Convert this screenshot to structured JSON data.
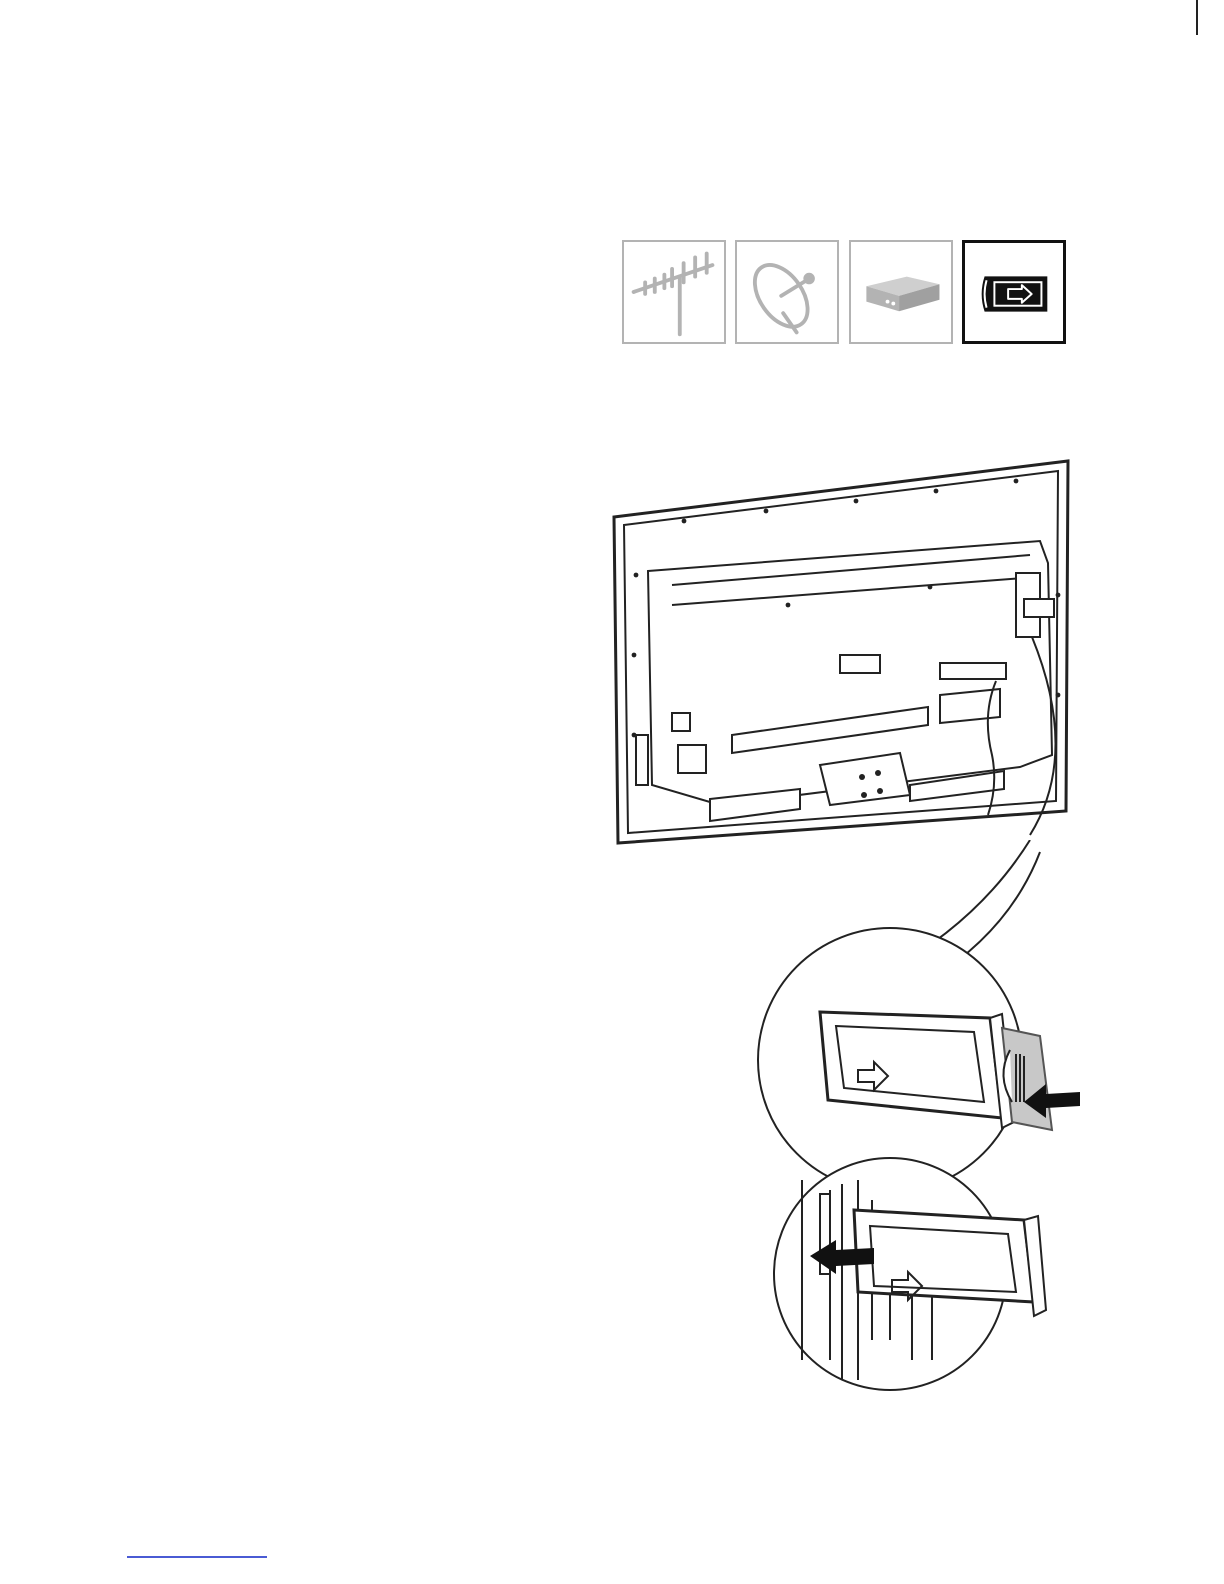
{
  "signal_sources": [
    {
      "id": "antenna",
      "icon": "antenna-icon",
      "selected": false
    },
    {
      "id": "satellite",
      "icon": "satellite-dish-icon",
      "selected": false
    },
    {
      "id": "set-top-box",
      "icon": "set-top-box-icon",
      "selected": false
    },
    {
      "id": "ci-module",
      "icon": "ci-module-icon",
      "selected": true
    }
  ],
  "colors": {
    "inactive_icon": "#b3b3b3",
    "active_icon": "#111111",
    "footer_rule": "#4a5bd4"
  }
}
